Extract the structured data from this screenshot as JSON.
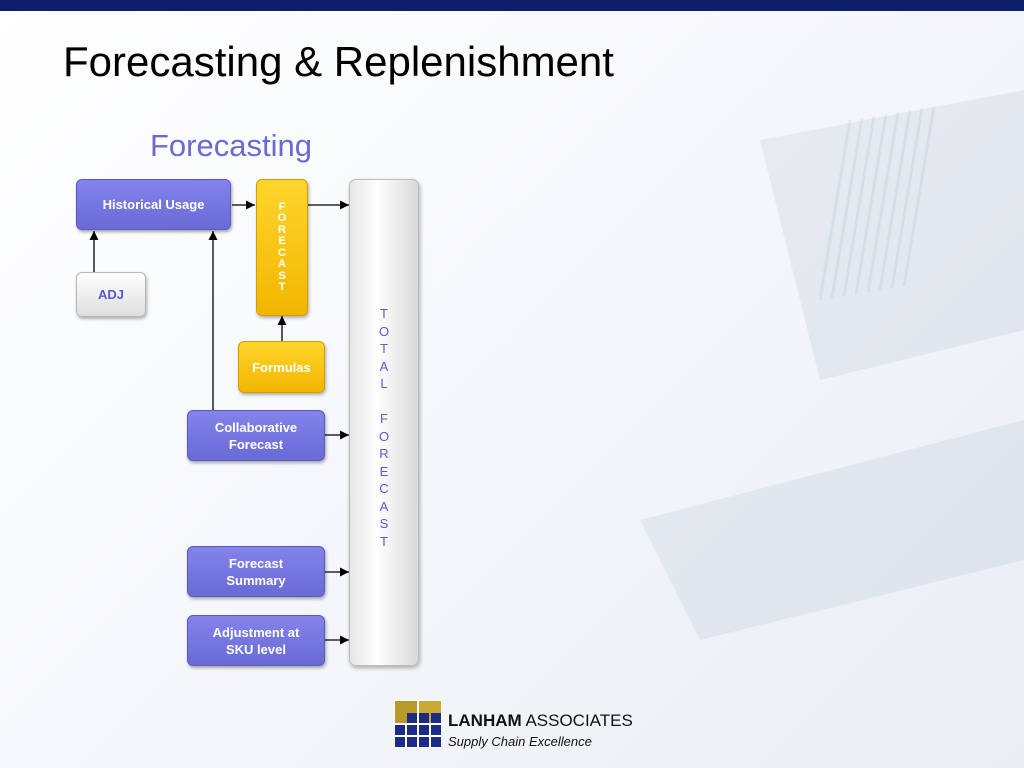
{
  "slide": {
    "title": "Forecasting & Replenishment",
    "subtitle": "Forecasting"
  },
  "colors": {
    "header_bar": "#0d1e6b",
    "box_purple": "#7373e0",
    "box_yellow": "#ffc800",
    "text_blue": "#5a5acf"
  },
  "diagram": {
    "historical_usage": "Historical Usage",
    "adj": "ADJ",
    "forecast_vertical": [
      "F",
      "O",
      "R",
      "E",
      "C",
      "A",
      "S",
      "T"
    ],
    "formulas": "Formulas",
    "collaborative_forecast": "Collaborative Forecast",
    "forecast_summary": "Forecast Summary",
    "adjustment_sku": "Adjustment at SKU level",
    "total_forecast_vertical": [
      "T",
      "O",
      "T",
      "A",
      "L",
      " ",
      "F",
      "O",
      "R",
      "E",
      "C",
      "A",
      "S",
      "T"
    ]
  },
  "footer": {
    "company_bold": "LANHAM",
    "company_rest": " ASSOCIATES",
    "tagline": "Supply Chain Excellence"
  }
}
